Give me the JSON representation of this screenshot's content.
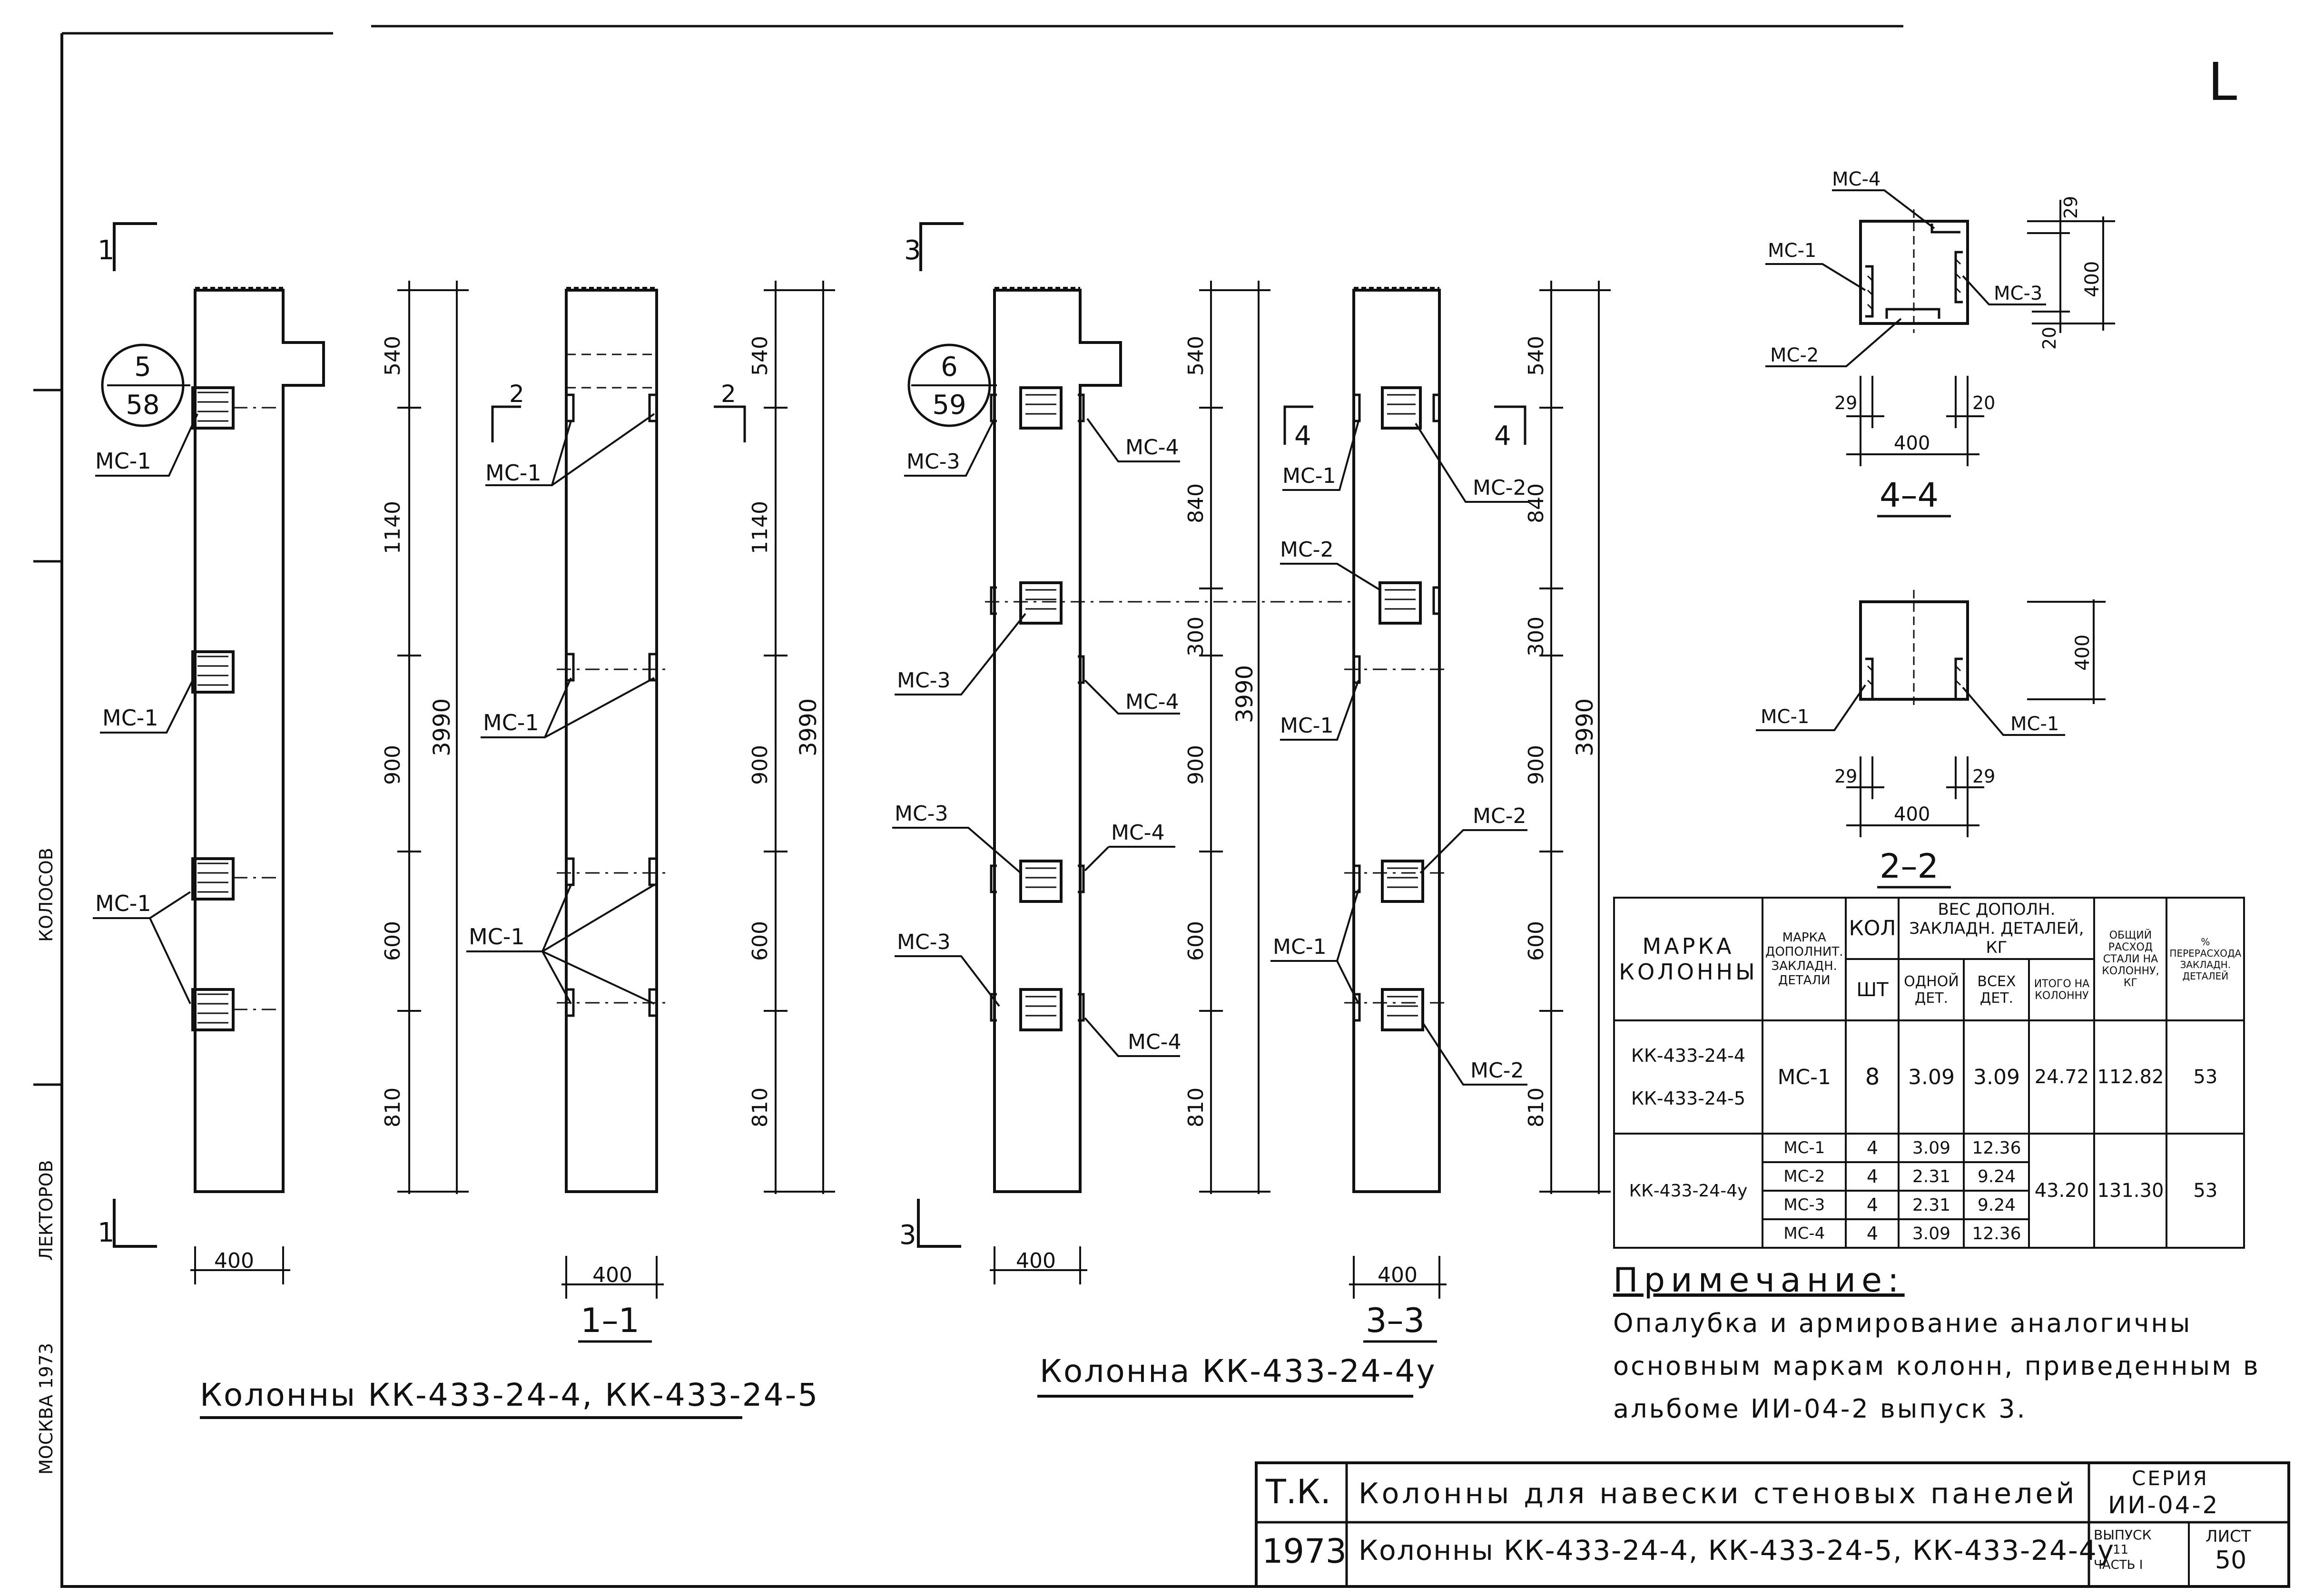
{
  "sheet_corner_mark": "L",
  "left_margin_texts": [
    "КОЛОСОВ",
    "ЛЕКТОРОВ",
    "МОСКВА 1973"
  ],
  "group1": {
    "section_mark": "1",
    "callout_top": "5",
    "callout_bottom": "58",
    "part_mc1": "МС-1",
    "width_dim": "400",
    "dims": [
      "540",
      "1140",
      "900",
      "600",
      "810"
    ],
    "total_dim": "3990",
    "section_title": "1–1",
    "section2_mark": "2",
    "caption": "Колонны КК-433-24-4, КК-433-24-5"
  },
  "group2": {
    "section_mark": "3",
    "callout_top": "6",
    "callout_bottom": "59",
    "part_mc1": "МС-1",
    "part_mc2": "МС-2",
    "part_mc3": "МС-3",
    "part_mc4": "МС-4",
    "width_dim": "400",
    "dims": [
      "540",
      "840",
      "300",
      "900",
      "600",
      "810"
    ],
    "total_dim": "3990",
    "section_title": "3–3",
    "section4_mark": "4",
    "caption": "Колонна КК-433-24-4у"
  },
  "section44": {
    "title": "4–4",
    "labels": [
      "МС-4",
      "МС-1",
      "МС-3",
      "МС-2"
    ],
    "dims": [
      "29",
      "400",
      "20",
      "29",
      "20",
      "400"
    ]
  },
  "section22": {
    "title": "2–2",
    "labels": [
      "МС-1",
      "МС-1"
    ],
    "dims": [
      "400",
      "29",
      "29",
      "400"
    ]
  },
  "spec_table": {
    "h_mark": "МАРКА КОЛОННЫ",
    "h_part": "МАРКА ДОПОЛНИТ. ЗАКЛАДН. ДЕТАЛИ",
    "h_qty": "КОЛ",
    "h_qty_unit": "ШТ",
    "h_weight": "ВЕС ДОПОЛН. ЗАКЛАДН. ДЕТАЛЕЙ, КГ",
    "h_one": "ОДНОЙ ДЕТ.",
    "h_all": "ВСЕХ ДЕТ.",
    "h_total": "ИТОГО НА КОЛОННУ",
    "h_steel": "ОБЩИЙ РАСХОД СТАЛИ НА КОЛОННУ, КГ",
    "h_extra": "% ПЕРЕРАСХОДА ЗАКЛАДН. ДЕТАЛЕЙ",
    "row1": {
      "marks": [
        "КК-433-24-4",
        "КК-433-24-5"
      ],
      "part": "МС-1",
      "qty": "8",
      "one": "3.09",
      "all": "3.09",
      "total": "24.72",
      "steel": "112.82",
      "extra": "53"
    },
    "row2": {
      "mark": "КК-433-24-4у",
      "parts": [
        {
          "part": "МС-1",
          "qty": "4",
          "one": "3.09",
          "all": "12.36"
        },
        {
          "part": "МС-2",
          "qty": "4",
          "one": "2.31",
          "all": "9.24"
        },
        {
          "part": "МС-3",
          "qty": "4",
          "one": "2.31",
          "all": "9.24"
        },
        {
          "part": "МС-4",
          "qty": "4",
          "one": "3.09",
          "all": "12.36"
        }
      ],
      "total": "43.20",
      "steel": "131.30",
      "extra": "53"
    }
  },
  "note": {
    "title": "Примечание:",
    "lines": [
      "Опалубка и армирование аналогичны",
      "основным маркам колонн, приведенным в",
      "альбоме ИИ-04-2 выпуск 3."
    ]
  },
  "title_block": {
    "tk": "Т.К.",
    "year": "1973",
    "title1": "Колонны для навески стеновых панелей",
    "title2": "Колонны КК-433-24-4, КК-433-24-5, КК-433-24-4у",
    "series_label": "СЕРИЯ",
    "series_value": "ИИ-04-2",
    "issue_label": "ВЫПУСК",
    "issue_value": "11",
    "part_label": "ЧАСТЬ I",
    "sheet_label": "ЛИСТ",
    "sheet_value": "50"
  }
}
